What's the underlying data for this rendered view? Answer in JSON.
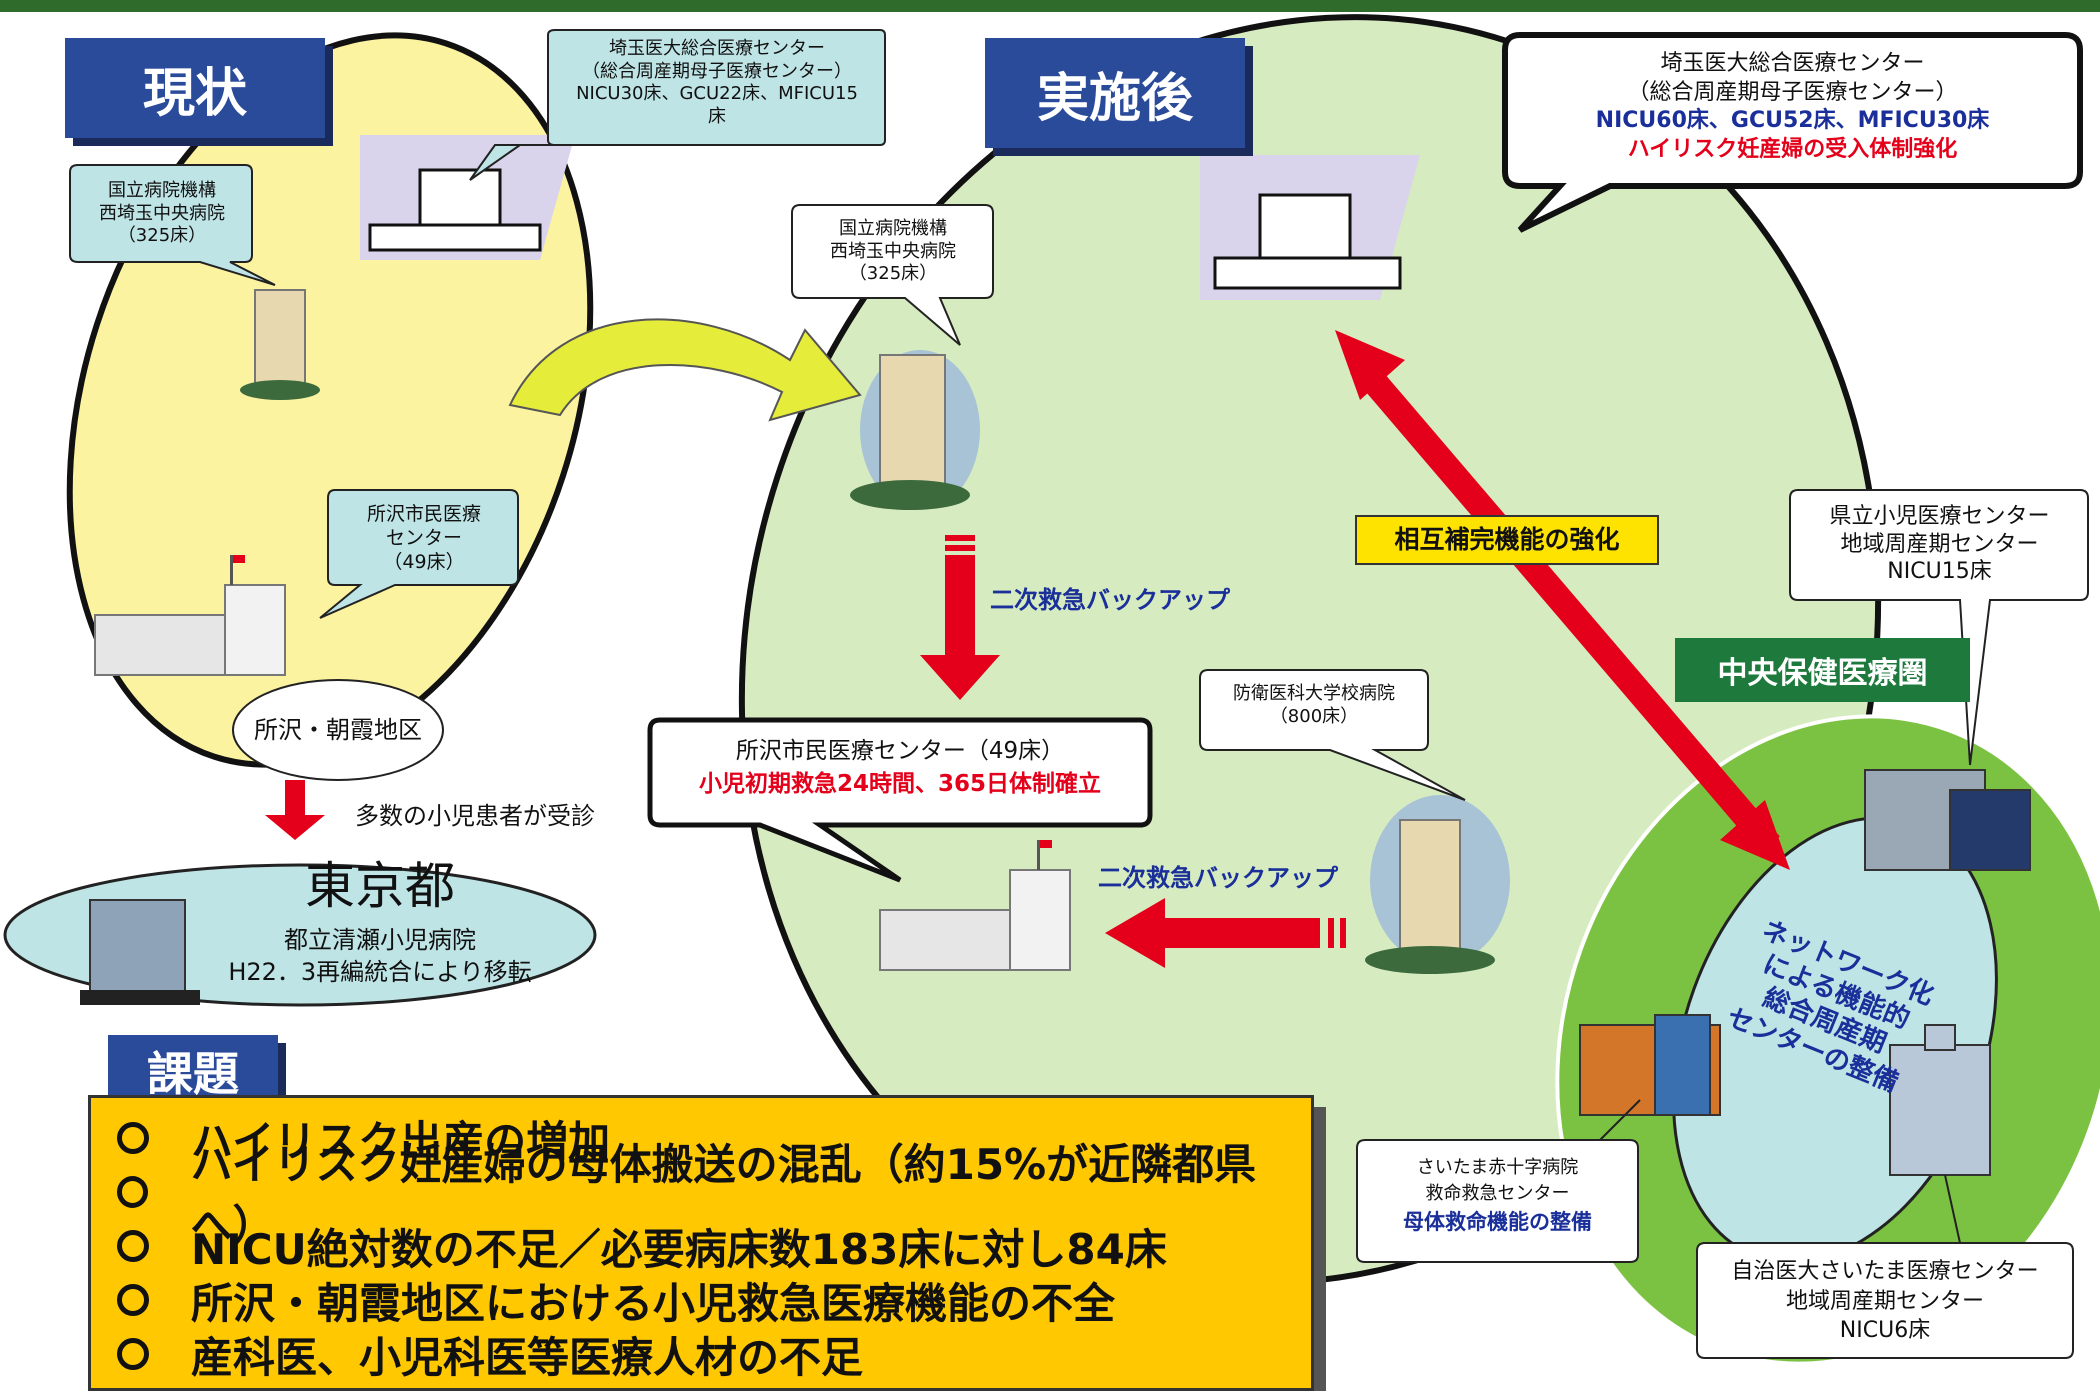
{
  "genjo": {
    "title": "現状",
    "saitama_center_callout": [
      "埼玉医大総合医療センター",
      "（総合周産期母子医療センター）",
      "NICU30床、GCU22床、MFICU15",
      "床"
    ],
    "nishisaitama_callout": [
      "国立病院機構",
      "西埼玉中央病院",
      "（325床）"
    ],
    "tokorozawa_callout": [
      "所沢市民医療",
      "センター",
      "（49床）"
    ],
    "area_label": "所沢・朝霞地区",
    "patients_note": "多数の小児患者が受診",
    "tokyo": {
      "name": "東京都",
      "line1": "都立清瀬小児病院",
      "line2": "H22．3再編統合により移転"
    }
  },
  "jisshigo": {
    "title": "実施後",
    "saitama_center_callout": {
      "line1": "埼玉医大総合医療センター",
      "line2": "（総合周産期母子医療センター）",
      "line3": "NICU60床、GCU52床、MFICU30床",
      "line4": "ハイリスク妊産婦の受入体制強化"
    },
    "nishisaitama_callout": [
      "国立病院機構",
      "西埼玉中央病院",
      "（325床）"
    ],
    "backup1": "二次救急バックアップ",
    "backup2": "二次救急バックアップ",
    "tokorozawa_callout": {
      "line1": "所沢市民医療センター（49床）",
      "line2": "小児初期救急24時間、365日体制確立"
    },
    "boei_callout": [
      "防衛医科大学校病院",
      "（800床）"
    ],
    "mutual": "相互補完機能の強化"
  },
  "central": {
    "label": "中央保健医療圏",
    "network_text": [
      "ネットワーク化",
      "による機能的",
      "総合周産期",
      "センターの整備"
    ],
    "kenritsu_callout": [
      "県立小児医療センター",
      "地域周産期センター",
      "NICU15床"
    ],
    "sekijuji_callout": {
      "line1": "さいたま赤十字病院",
      "line2": "救命救急センター",
      "line3": "母体救命機能の整備"
    },
    "jichi_callout": [
      "自治医大さいたま医療センター",
      "地域周産期センター",
      "NICU6床"
    ]
  },
  "kadai": {
    "title": "課題",
    "items": [
      "ハイリスク出産の増加",
      "ハイリスク妊産婦の母体搬送の混乱（約15%が近隣都県へ）",
      "NICU絶対数の不足／必要病床数183床に対し84床",
      "所沢・朝霞地区における小児救急医療機能の不全",
      "産科医、小児科医等医療人材の不足"
    ]
  },
  "colors": {
    "yellow_area": "#fbf3a0",
    "green_area": "#d6ecc0",
    "central_outer": "#7cc242",
    "central_inner": "#bfe4e6",
    "arrow_red": "#e4001a",
    "title_blue": "#2a4a9a",
    "kadai_bg": "#ffc800"
  }
}
